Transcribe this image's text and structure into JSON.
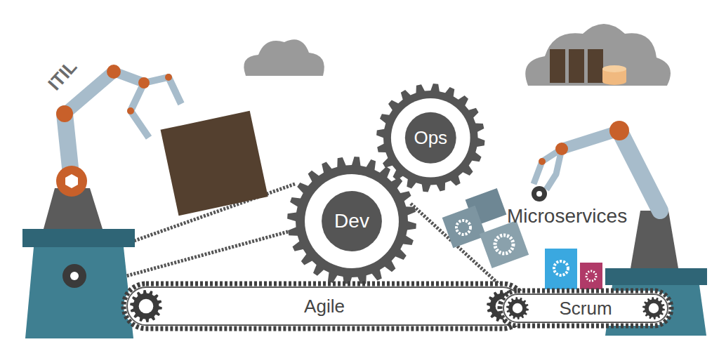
{
  "diagram": {
    "nodes": [
      {
        "text": [
          "Ops"
        ]
      },
      {
        "text": [
          "Dev"
        ]
      },
      {
        "text": [
          "Agile"
        ]
      },
      {
        "text": [
          "Scrum"
        ]
      }
    ],
    "labels": [
      "ITIL",
      "Microservices"
    ]
  }
}
